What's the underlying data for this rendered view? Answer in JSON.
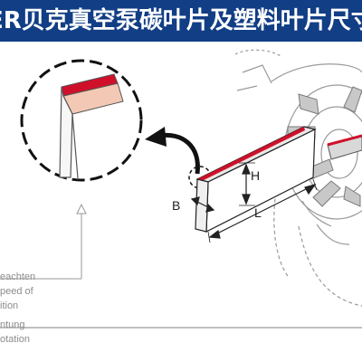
{
  "header": {
    "title": "ER贝克真空泵碳叶片及塑料叶片尺寸"
  },
  "dimensions": {
    "height_label": "H",
    "width_label": "B",
    "length_label": "L"
  },
  "notes": {
    "line1": "eachten",
    "line2": "peed of",
    "line3": "ition",
    "line4": "ntung",
    "line5": "otation"
  },
  "colors": {
    "header_bg": "#123e85",
    "wear_edge_red": "#d0102a",
    "vane_peach": "#f3c8b4"
  }
}
